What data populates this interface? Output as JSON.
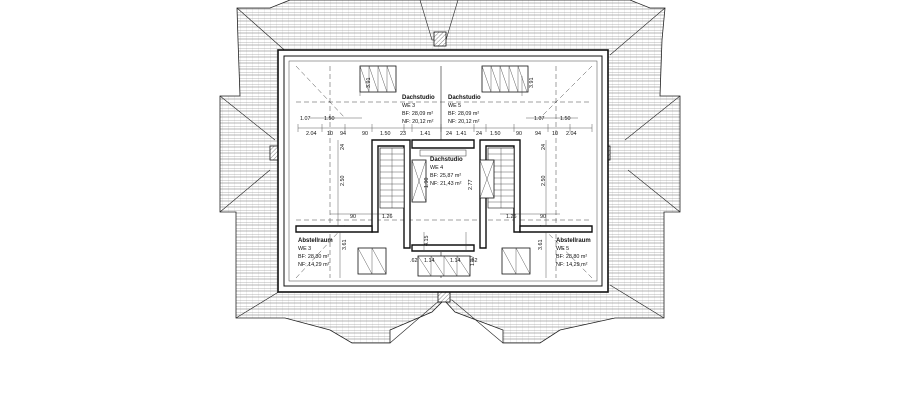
{
  "rooms": [
    {
      "name": "Dachstudio",
      "unit": "WE 3",
      "bf": "BF: 28,09 m²",
      "nf": "NF: 20,12 m²"
    },
    {
      "name": "Dachstudio",
      "unit": "WE 5",
      "bf": "BF: 28,09 m²",
      "nf": "NF: 20,12 m²"
    },
    {
      "name": "Dachstudio",
      "unit": "WE 4",
      "bf": "BF: 25,87 m²",
      "nf": "NF: 21,43 m²"
    },
    {
      "name": "Abstellraum",
      "unit": "WE 3",
      "bf": "BF: 28,80 m²",
      "nf": "NF: 14,29 m²"
    },
    {
      "name": "Abstellraum",
      "unit": "WE 5",
      "bf": "BF: 28,80 m²",
      "nf": "NF: 14,29 m²"
    }
  ],
  "dimensions": {
    "top_left_1": "1.07",
    "top_left_2": "1.50",
    "top_right_1": "1.07",
    "top_right_2": "1.50",
    "row_left": [
      "2.04",
      "10",
      "94",
      "90",
      "1.50",
      "23",
      "1.41"
    ],
    "row_right": [
      "24",
      "1.41",
      "24",
      "1.50",
      "90",
      "94",
      "10",
      "2.04"
    ],
    "vertical": [
      "3.91",
      "3.91",
      "2.50",
      "2.50",
      "24",
      "24",
      "1.90",
      "2.77",
      "3.61",
      "3.61",
      "4.15",
      "1.07"
    ],
    "mid_left": [
      "90",
      "1.26"
    ],
    "mid_right": [
      "1.26",
      "90"
    ],
    "bottom": [
      ".62",
      "1.14",
      "1.14",
      ".62"
    ]
  }
}
